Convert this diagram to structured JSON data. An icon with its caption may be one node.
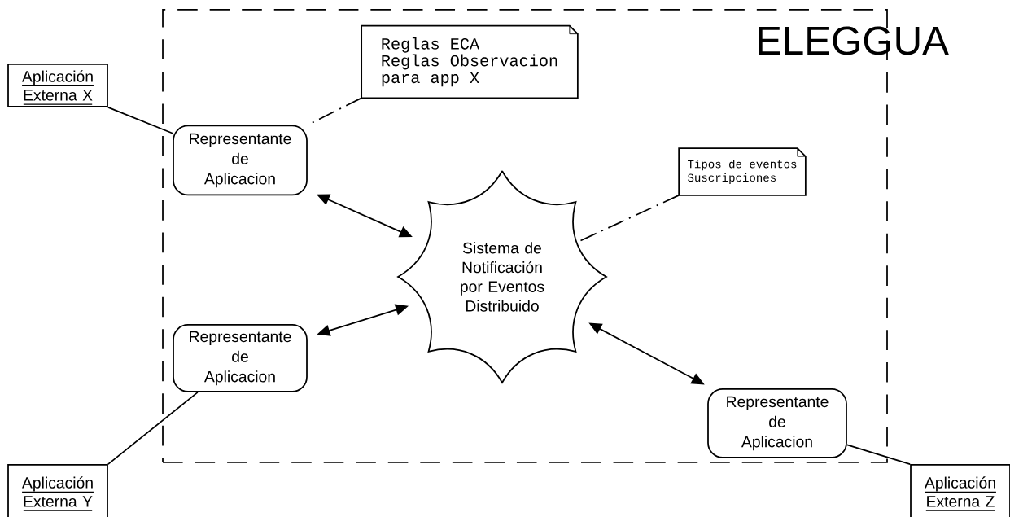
{
  "diagram": {
    "nodes": [
      {
        "text": [
          "ELEGGUA"
        ]
      },
      {
        "text": [
          "Aplicación Externa X"
        ]
      },
      {
        "text": [
          "Reglas ECA",
          "Reglas Observacion",
          "para app X"
        ],
        "in": 0
      },
      {
        "text": [
          "Representante de Aplicacion"
        ],
        "in": 0
      },
      {
        "text": [
          "Sistema de Notificación por Eventos Distribuido"
        ],
        "in": 0
      },
      {
        "text": [
          "Tipos de eventos",
          "Suscripciones"
        ],
        "in": 0
      },
      {
        "text": [
          "Representante de Aplicacion"
        ],
        "in": 0
      },
      {
        "text": [
          "Representante de Aplicacion"
        ],
        "in": 0
      },
      {
        "text": [
          "Aplicación Externa Y"
        ]
      },
      {
        "text": [
          "Aplicación Externa Z"
        ]
      }
    ],
    "edges": [
      {
        "from": 1,
        "to": 3,
        "arrow": "none"
      },
      {
        "from": 2,
        "to": 3,
        "arrow": "none",
        "style": "dashed"
      },
      {
        "from": 3,
        "to": 4,
        "arrow": "both"
      },
      {
        "from": 6,
        "to": 4,
        "arrow": "both"
      },
      {
        "from": 5,
        "to": 4,
        "arrow": "none",
        "style": "dashed"
      },
      {
        "from": 4,
        "to": 7,
        "arrow": "both"
      },
      {
        "from": 8,
        "to": 6,
        "arrow": "none"
      },
      {
        "from": 9,
        "to": 7,
        "arrow": "none"
      }
    ]
  }
}
